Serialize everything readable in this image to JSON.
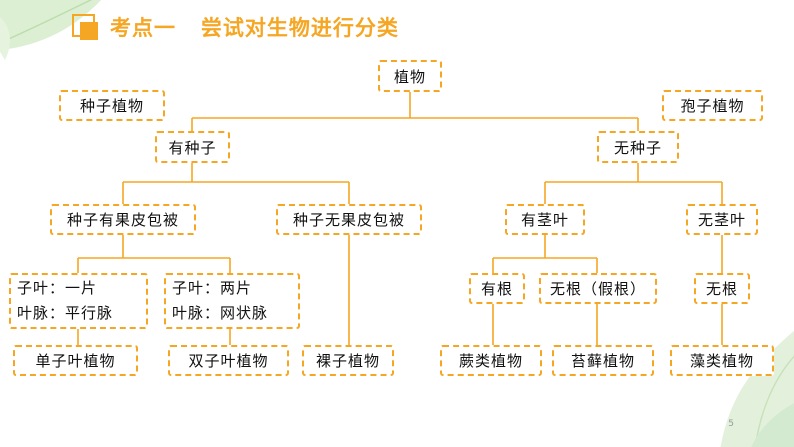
{
  "header": {
    "title": "考点一   尝试对生物进行分类",
    "accent_color": "#F5A623"
  },
  "tree": {
    "root": "植物",
    "label_left": "种子植物",
    "label_right": "孢子植物",
    "has_seed": "有种子",
    "no_seed": "无种子",
    "covered_seed": "种子有果皮包被",
    "naked_seed": "种子无果皮包被",
    "has_stem_leaf": "有茎叶",
    "no_stem_leaf": "无茎叶",
    "mono_traits": [
      "子叶：一片",
      "叶脉：平行脉"
    ],
    "dicot_traits": [
      "子叶：两片",
      "叶脉：网状脉"
    ],
    "has_root": "有根",
    "no_root_false": "无根（假根）",
    "no_root": "无根",
    "monocot": "单子叶植物",
    "dicot": "双子叶植物",
    "gymnosperm": "裸子植物",
    "fern": "蕨类植物",
    "moss": "苔藓植物",
    "algae": "藻类植物"
  },
  "footer": {
    "page_number": "5"
  },
  "colors": {
    "line": "#F5A623",
    "box_border": "#F5A623",
    "text": "#111111",
    "leaf_green": "#cfe6c3"
  }
}
